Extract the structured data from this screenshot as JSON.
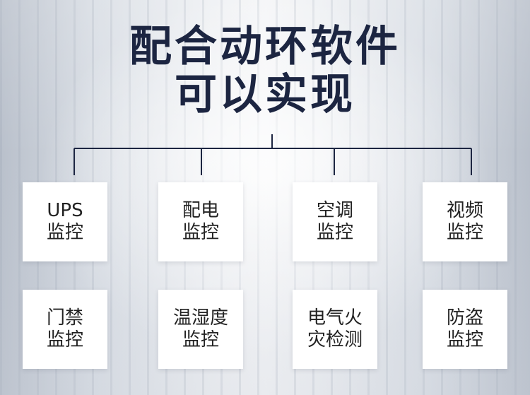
{
  "title": {
    "line1": "配合动环软件",
    "line2": "可以实现"
  },
  "top_row": [
    {
      "line1": "UPS",
      "line2": "监控"
    },
    {
      "line1": "配电",
      "line2": "监控"
    },
    {
      "line1": "空调",
      "line2": "监控"
    },
    {
      "line1": "视频",
      "line2": "监控"
    }
  ],
  "bottom_row": [
    {
      "line1": "门禁",
      "line2": "监控"
    },
    {
      "line1": "温湿度",
      "line2": "监控"
    },
    {
      "line1": "电气火",
      "line2": "灾检测"
    },
    {
      "line1": "防盗",
      "line2": "监控"
    }
  ],
  "colors": {
    "title": "#1c2541",
    "connector": "#1c2541",
    "card": "#ffffff",
    "card_text": "#222222"
  }
}
